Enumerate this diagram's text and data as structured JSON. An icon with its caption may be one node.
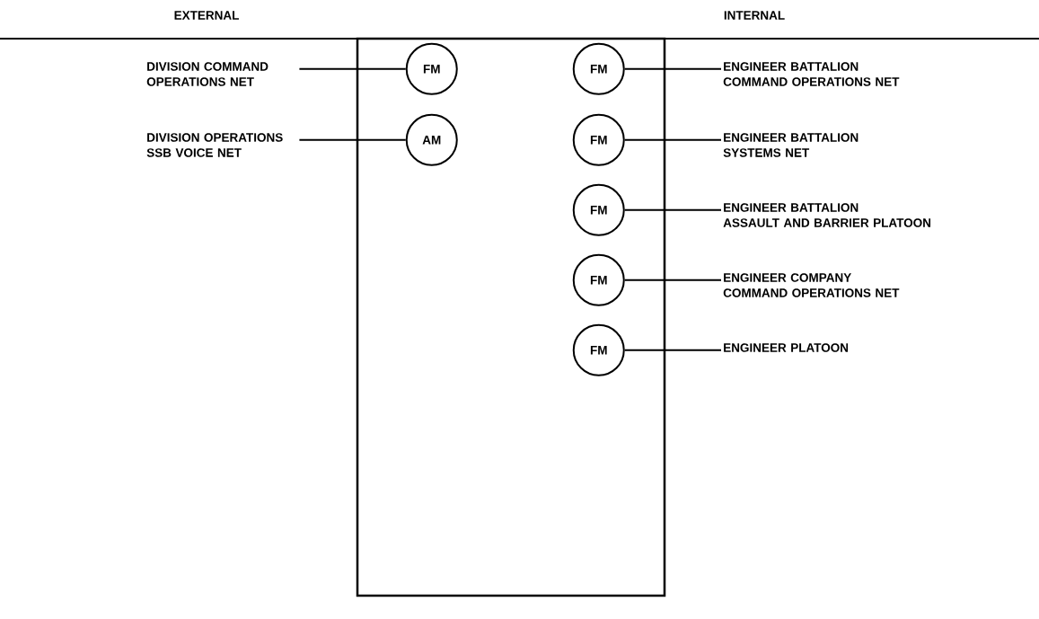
{
  "diagram": {
    "nodes": [
      {
        "text": [],
        "shape": "box"
      },
      {
        "text": [
          "DIVISION COMMAND OPERATIONS NET"
        ]
      },
      {
        "text": [
          "FM"
        ],
        "in": 0
      },
      {
        "text": [
          "FM"
        ],
        "in": 0
      },
      {
        "text": [
          "ENGINEER BATTALION COMMAND OPERATIONS NET"
        ]
      },
      {
        "text": [
          "DIVISION OPERATIONS SSB VOICE NET"
        ]
      },
      {
        "text": [
          "AM"
        ],
        "in": 0
      },
      {
        "text": [
          "FM"
        ],
        "in": 0
      },
      {
        "text": [
          "ENGINEER BATTALION SYSTEMS NET"
        ]
      },
      {
        "text": [
          "FM"
        ],
        "in": 0
      },
      {
        "text": [
          "ENGINEER BATTALION ASSAULT AND BARRIER PLATOON"
        ]
      },
      {
        "text": [
          "FM"
        ],
        "in": 0
      },
      {
        "text": [
          "ENGINEER COMPANY COMMAND OPERATIONS NET"
        ]
      },
      {
        "text": [
          "FM"
        ],
        "in": 0
      },
      {
        "text": [
          "ENGINEER PLATOON"
        ]
      }
    ],
    "edges": [
      {
        "from": 1,
        "to": 2,
        "arrow": "none"
      },
      {
        "from": 3,
        "to": 4,
        "arrow": "none"
      },
      {
        "from": 5,
        "to": 6,
        "arrow": "none"
      },
      {
        "from": 7,
        "to": 8,
        "arrow": "none"
      },
      {
        "from": 9,
        "to": 10,
        "arrow": "none"
      },
      {
        "from": 11,
        "to": 12,
        "arrow": "none"
      },
      {
        "from": 13,
        "to": 14,
        "arrow": "none"
      }
    ],
    "labels": [
      "EXTERNAL",
      "INTERNAL"
    ]
  }
}
